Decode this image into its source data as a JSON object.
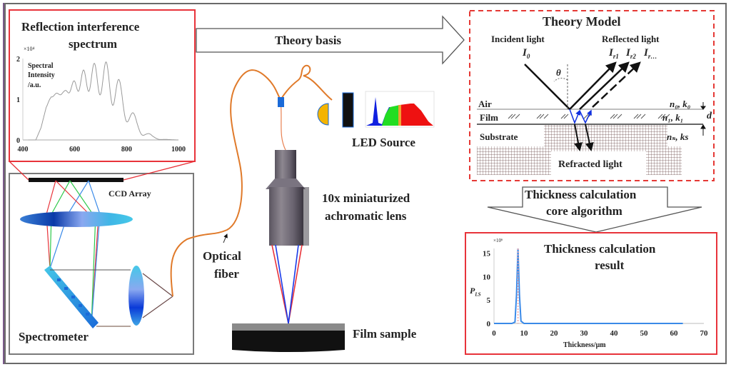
{
  "spectrum_panel": {
    "title_line1": "Reflection interference",
    "title_line2": "spectrum",
    "ylabel_line1": "Spectral",
    "ylabel_line2": "Intensity",
    "ylabel_line3": "/a.u.",
    "y_multiplier": "×10⁴",
    "y_ticks": [
      "0",
      "1",
      "2"
    ],
    "x_ticks": [
      "400",
      "600",
      "800",
      "1000"
    ]
  },
  "spectrometer": {
    "label": "Spectrometer",
    "ccd_label": "CCD Array"
  },
  "theory_arrow": {
    "label": "Theory basis"
  },
  "led": {
    "label": "LED Source"
  },
  "lens": {
    "label_line1": "10x miniaturized",
    "label_line2": "achromatic lens"
  },
  "fiber": {
    "label_line1": "Optical",
    "label_line2": "fiber"
  },
  "sample": {
    "label": "Film sample"
  },
  "theory_model": {
    "title": "Theory Model",
    "incident_label": "Incident light",
    "reflected_label": "Reflected light",
    "i0": "I",
    "i0_sub": "0",
    "ir1": "I",
    "ir1_sub": "r1",
    "ir2": "I",
    "ir2_sub": "r2",
    "irn": "I",
    "irn_sub": "r…",
    "theta": "θ",
    "air": "Air",
    "film": "Film",
    "substrate": "Substrate",
    "refracted": "Refracted light",
    "n0k0": "n₀, k₀",
    "n1k1": "n₁, k₁",
    "nsks": "nₛ, ks",
    "d": "d"
  },
  "algorithm_arrow": {
    "line1": "Thickness calculation",
    "line2": "core algorithm"
  },
  "result_panel": {
    "title_line1": "Thickness calculation",
    "title_line2": "result",
    "ylabel": "P",
    "ylabel_sub": "LS",
    "y_multiplier": "×10⁶",
    "xlabel": "Thickness/μm"
  },
  "colors": {
    "panel_red": "#e8333a",
    "fiber_orange": "#e07a2a",
    "led_yellow": "#f4b400",
    "dashed_red": "#e53935"
  },
  "chart_data": [
    {
      "type": "line",
      "title": "Reflection interference spectrum",
      "xlabel": "",
      "ylabel": "Spectral Intensity /a.u. (×10⁴)",
      "xlim": [
        400,
        1000
      ],
      "ylim": [
        0,
        2
      ],
      "x_ticks": [
        400,
        600,
        800,
        1000
      ],
      "y_ticks": [
        0,
        1,
        2
      ],
      "series": [
        {
          "name": "spectrum",
          "x": [
            420,
            450,
            470,
            490,
            510,
            530,
            560,
            590,
            620,
            650,
            680,
            700,
            720,
            740,
            760,
            780,
            800,
            820,
            840,
            860,
            880,
            900,
            930,
            960,
            1000
          ],
          "upper": [
            0,
            0,
            0.3,
            0.8,
            1.1,
            1.15,
            1.2,
            1.4,
            1.65,
            1.8,
            1.9,
            1.95,
            1.92,
            1.85,
            1.65,
            1.35,
            1.05,
            0.75,
            0.5,
            0.35,
            0.2,
            0.1,
            0.04,
            0.01,
            0
          ],
          "lower": [
            0,
            0,
            0.3,
            0.8,
            1.05,
            1.1,
            1.12,
            1.18,
            1.2,
            1.2,
            1.15,
            1.1,
            1.0,
            0.9,
            0.75,
            0.6,
            0.45,
            0.3,
            0.2,
            0.12,
            0.06,
            0.03,
            0.01,
            0,
            0
          ]
        }
      ]
    },
    {
      "type": "line",
      "title": "Thickness calculation result",
      "xlabel": "Thickness/μm",
      "ylabel": "P_LS (×10⁶)",
      "xlim": [
        0,
        70
      ],
      "ylim": [
        0,
        16
      ],
      "x_ticks": [
        0,
        10,
        20,
        30,
        40,
        50,
        60,
        70
      ],
      "y_ticks": [
        0,
        5,
        10,
        15
      ],
      "series": [
        {
          "name": "P_LS",
          "x": [
            0,
            6,
            7,
            7.5,
            8,
            8.5,
            9,
            10,
            20,
            40,
            63
          ],
          "y": [
            0,
            0,
            0.3,
            6,
            16,
            6,
            0.5,
            0,
            0,
            0,
            0
          ]
        }
      ]
    }
  ]
}
